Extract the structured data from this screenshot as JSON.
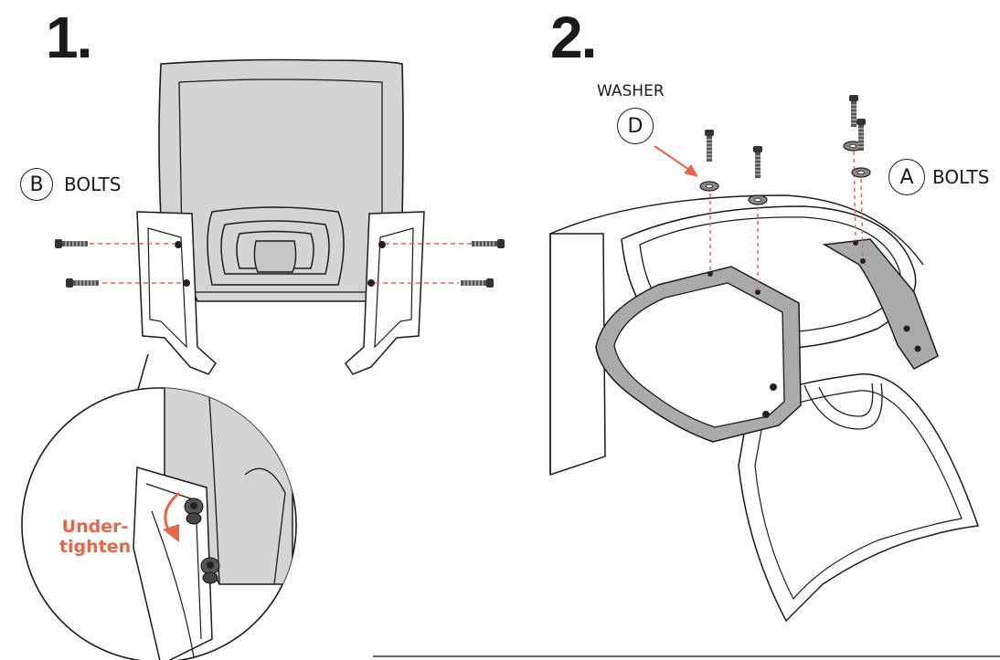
{
  "step1": {
    "number": "1.",
    "part_letter": "B",
    "part_label": "BOLTS",
    "callout_line1": "Under-",
    "callout_line2": "tighten"
  },
  "step2": {
    "number": "2.",
    "washer_letter": "D",
    "washer_label": "WASHER",
    "part_letter": "A",
    "part_label": "BOLTS"
  },
  "colors": {
    "accent": "#e8654a",
    "panel_fill": "#d4d4d4",
    "part_fill": "#aaaaaa",
    "outline": "#1a1a1a"
  }
}
